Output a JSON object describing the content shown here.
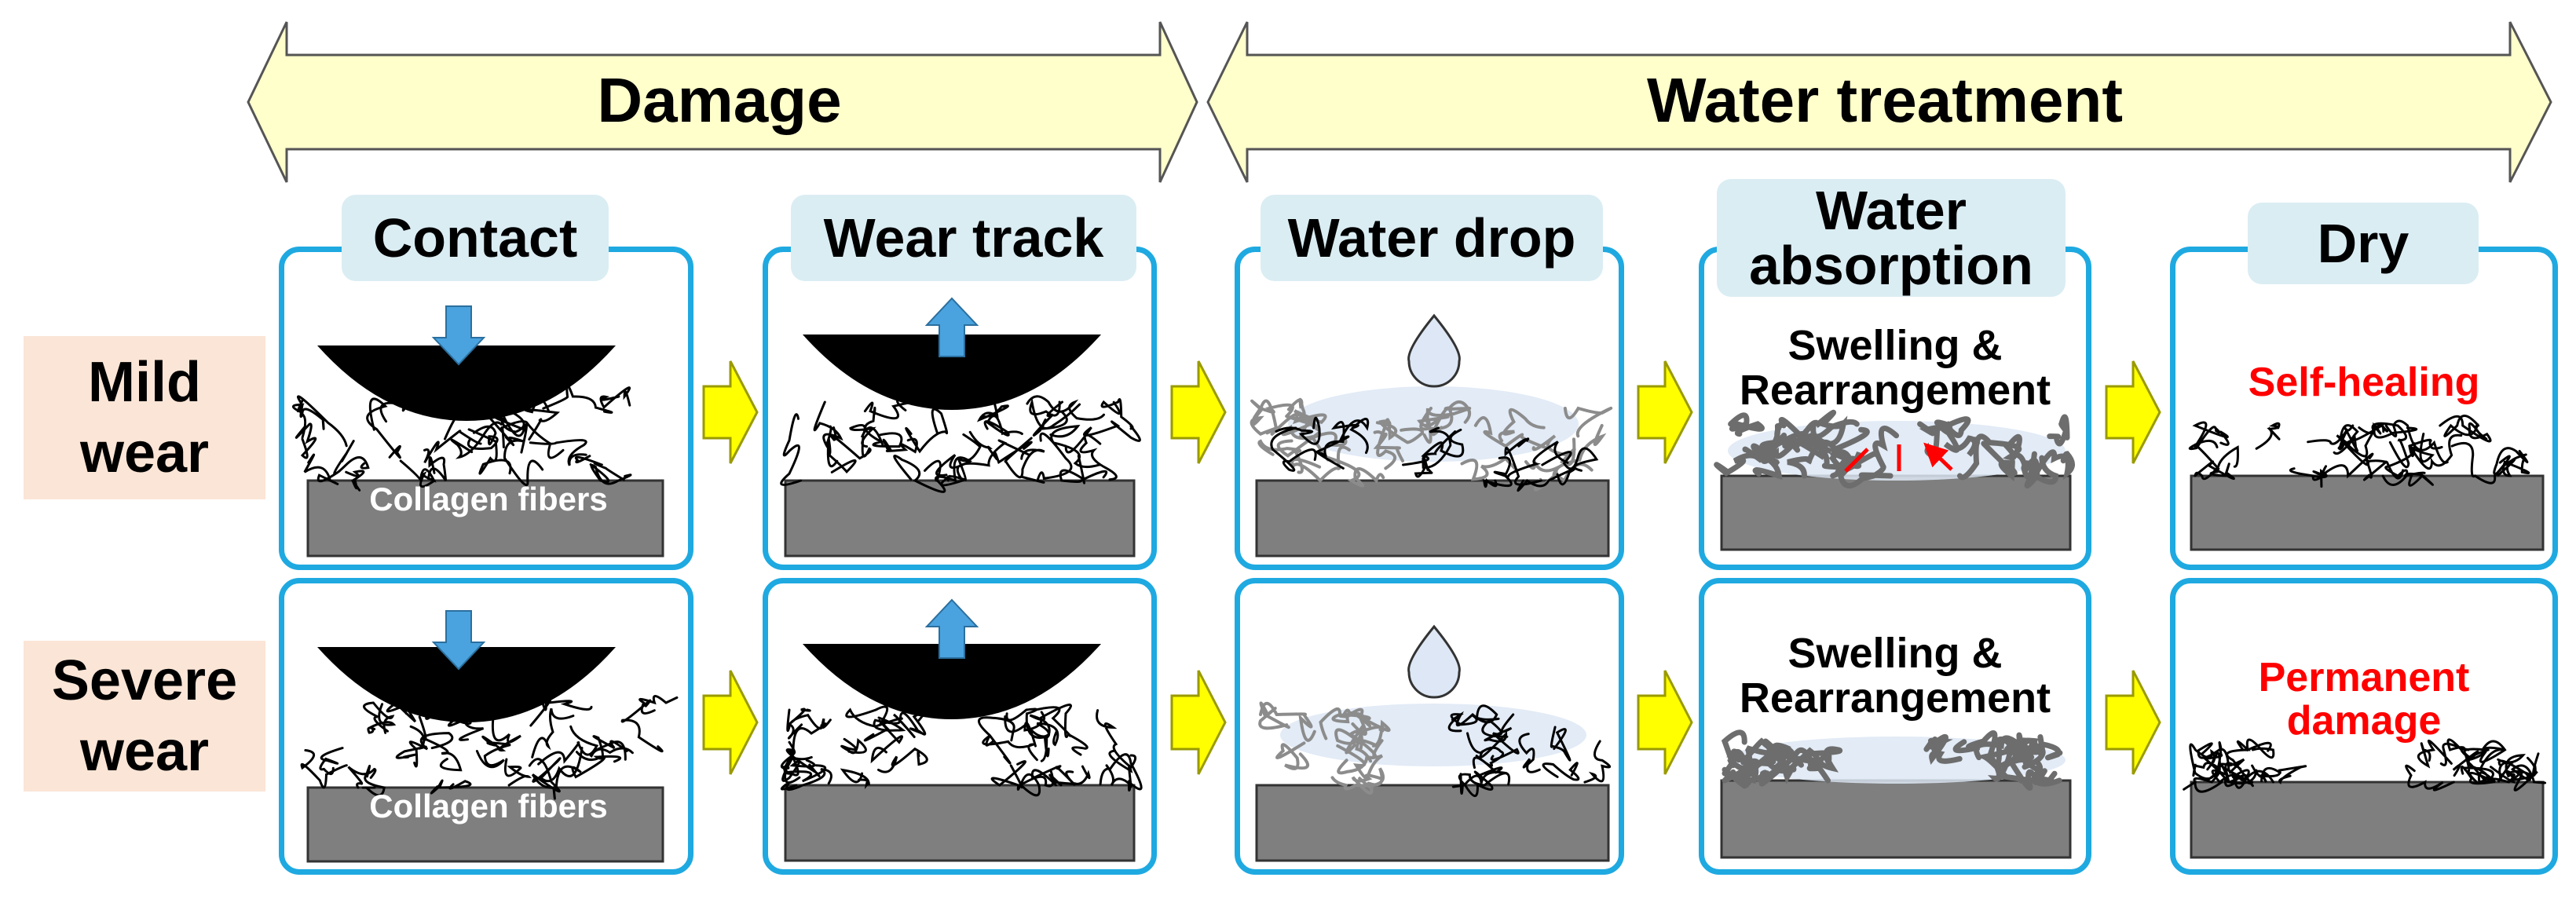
{
  "phases": {
    "damage": "Damage",
    "water_treatment": "Water treatment"
  },
  "stages": {
    "contact": "Contact",
    "wear_track": "Wear track",
    "water_drop": "Water drop",
    "water_absorption_1": "Water",
    "water_absorption_2": "absorption",
    "dry": "Dry"
  },
  "rows": {
    "mild_1": "Mild",
    "mild_2": "wear",
    "severe_1": "Severe",
    "severe_2": "wear"
  },
  "panel_text": {
    "collagen": "Collagen fibers",
    "swelling_1": "Swelling &",
    "swelling_2": "Rearrangement",
    "self_healing": "Self-healing",
    "permanent_1": "Permanent",
    "permanent_2": "damage"
  },
  "colors": {
    "phase_arrow_fill": "#ffffcc",
    "panel_border": "#1fa9e1",
    "stage_label_bg": "#daedf3",
    "row_label_bg": "#fbe5d6",
    "substrate": "#7f7f7f",
    "flow_arrow": "#ffff00",
    "highlight_text": "#ff0000",
    "indenter_arrow": "#4aa3df",
    "water": "#dde7f5"
  }
}
